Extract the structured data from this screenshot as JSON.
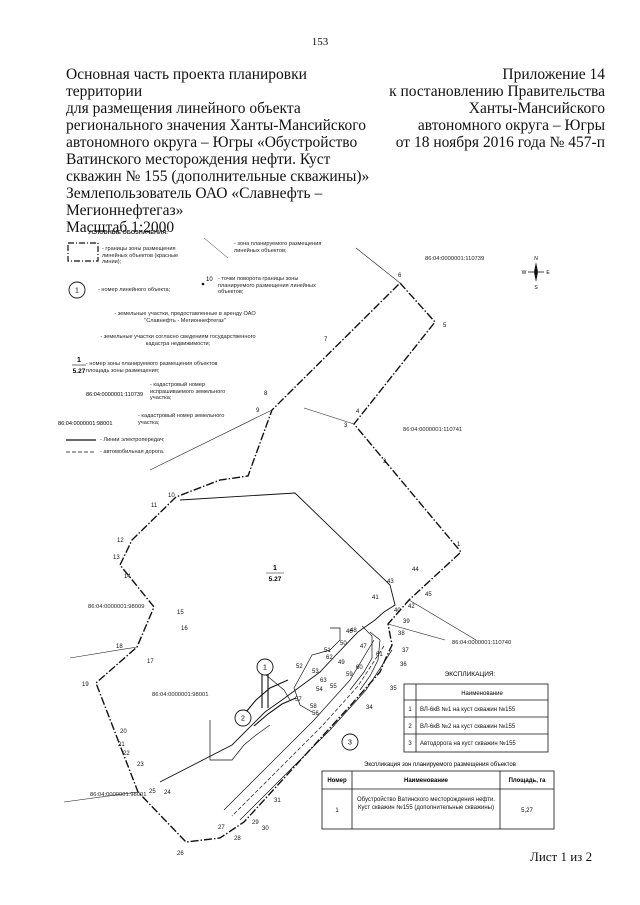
{
  "page_number": "153",
  "title": {
    "lines": [
      "Основная часть проекта планировки территории",
      "для размещения линейного объекта",
      "регионального значения Ханты-Мансийского",
      "автономного округа – Югры «Обустройство",
      "Ватинского месторождения нефти. Куст",
      "скважин № 155 (дополнительные скважины)»",
      "Землепользователь ОАО «Славнефть –",
      "Мегионнефтегаз»",
      "Масштаб 1:2000"
    ]
  },
  "appendix": {
    "lines": [
      "Приложение 14",
      "к постановлению Правительства",
      "Ханты-Мансийского",
      "автономного округа – Югры",
      "от 18 ноября 2016 года № 457-п"
    ]
  },
  "legend": {
    "heading": "УСЛОВНЫЕ ОБОЗНАЧЕНИЯ:",
    "red_lines": "- границы зоны размещения линейных объектов (красные линии);",
    "planned_zone": "- зона планируемого размещения линейных объектов;",
    "object_number_sample": "1",
    "object_number": "- номер линейного объекта;",
    "turn_point_sample": "10",
    "turn_point": "- точки поворота границы зоны планируемого размещения линейных объектов;",
    "leased_land": "- земельные участки, предоставленные в аренду ОАО \"Славнефть - Мегионнефтегаз\"",
    "cadastre_info": "- земельные участки согласно сведениям государственного кадастра недвижимости;",
    "zone_sample_num": "1",
    "zone_sample_area": "5.27",
    "zone_number": "- номер зоны планируемого размещения объектов площадь зоны размещения;",
    "requested_sample": "86:04:0000001:110739",
    "requested": "- кадастровый номер испрашиваемого земельного участка;",
    "cadastral_sample": "86:04:0000001:98001",
    "cadastral": "- кадастровый номер земельного участка;",
    "power_lines": "- Линии электропередач;",
    "roads": "- автомобильная дорога."
  },
  "compass": {
    "n": "N",
    "s": "S",
    "w": "W",
    "e": "E"
  },
  "parcels": {
    "p110739": "86:04:0000001:110739",
    "p110741": "86:04:0000001:110741",
    "p110740": "86:04:0000001:110740",
    "p98009": "86:04:0000001:98009",
    "p98001a": "86:04:0000001:98001",
    "p98001b": "86:04:0000001:98001"
  },
  "zone": {
    "number": "1",
    "area": "5.27"
  },
  "points": {
    "p1": "1",
    "p2": "2",
    "p3": "3",
    "p4": "4",
    "p5": "5",
    "p6": "6",
    "p7": "7",
    "p8": "8",
    "p9": "9",
    "p10": "10",
    "p11": "11",
    "p12": "12",
    "p13": "13",
    "p14": "14",
    "p15": "15",
    "p16": "16",
    "p17": "17",
    "p18": "18",
    "p19": "19",
    "p20": "20",
    "p21": "21",
    "p22": "22",
    "p23": "23",
    "p24": "24",
    "p25": "25",
    "p26": "26",
    "p27": "27",
    "p28": "28",
    "p29": "29",
    "p30": "30",
    "p31": "31",
    "p34": "34",
    "p35": "35",
    "p36": "36",
    "p37": "37",
    "p38": "38",
    "p39": "39",
    "p40": "40",
    "p41": "41",
    "p42": "42",
    "p43": "43",
    "p44": "44",
    "p45": "45",
    "p46": "46",
    "p47": "47",
    "p48": "48",
    "p49": "49",
    "p50": "50",
    "p51": "51",
    "p52": "52",
    "p53": "53",
    "p54": "54",
    "p55": "55",
    "p56": "56",
    "p57": "57",
    "p58": "58",
    "p59": "59",
    "p60": "60",
    "p61": "61",
    "p62": "62",
    "p63": "63"
  },
  "objects": {
    "o1": "1",
    "o2": "2",
    "o3": "3"
  },
  "explication": {
    "heading": "ЭКСПЛИКАЦИЯ:",
    "col_name": "Наименование",
    "rows": [
      {
        "num": "1",
        "name": "ВЛ-6кВ №1 на куст скважин №155"
      },
      {
        "num": "2",
        "name": "ВЛ-6кВ №2 на куст скважин №155"
      },
      {
        "num": "3",
        "name": "Автодорога на куст скважин №155"
      }
    ]
  },
  "zone_explication": {
    "heading": "Экспликация зон планируемого размещения объектов",
    "col_num": "Номер",
    "col_name": "Наименование",
    "col_area": "Площадь, га",
    "rows": [
      {
        "num": "1",
        "name": "Обустройство Ватинского месторождения нефти. Куст скважин №155 (дополнительные скважины)",
        "area": "5,27"
      }
    ]
  },
  "sheet": "Лист 1 из 2"
}
